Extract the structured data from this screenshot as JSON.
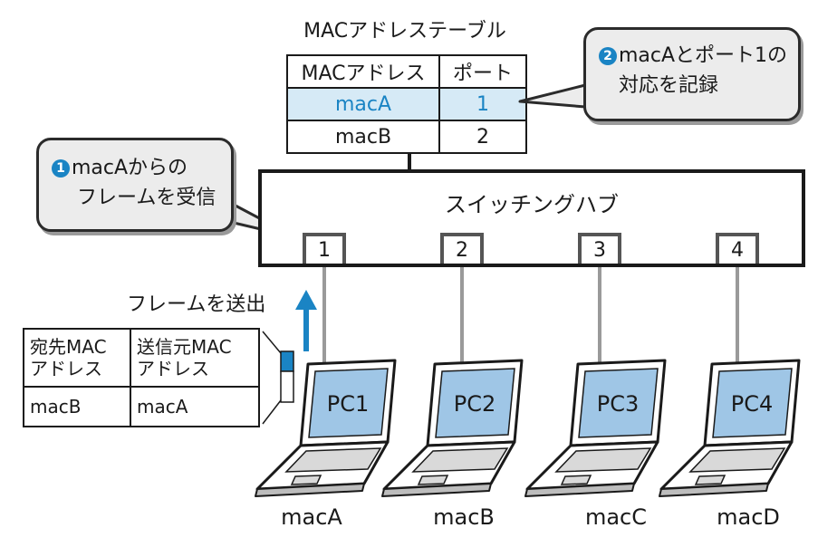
{
  "mac_table": {
    "title": "MACアドレステーブル",
    "header": [
      "MACアドレス",
      "ポート"
    ],
    "rows": [
      [
        "macA",
        "1"
      ],
      [
        "macB",
        "2"
      ]
    ],
    "highlight_color": "#1a84c4"
  },
  "callouts": {
    "receive": {
      "number": "1",
      "line1": "macAからの",
      "line2": "フレームを受信"
    },
    "record": {
      "number": "2",
      "line1": "macAとポート1の",
      "line2": "対応を記録"
    }
  },
  "switch": {
    "label": "スイッチングハブ",
    "ports": [
      "1",
      "2",
      "3",
      "4"
    ]
  },
  "frame": {
    "action_label": "フレームを送出",
    "header": [
      "宛先MAC",
      "アドレス",
      "送信元MAC",
      "アドレス"
    ],
    "values": [
      "macB",
      "macA"
    ]
  },
  "hosts": [
    {
      "pc": "PC1",
      "mac": "macA"
    },
    {
      "pc": "PC2",
      "mac": "macB"
    },
    {
      "pc": "PC3",
      "mac": "macC"
    },
    {
      "pc": "PC4",
      "mac": "macD"
    }
  ],
  "colors": {
    "accent": "#1a84c4",
    "screen": "#9fc6e6",
    "callout_bg": "#ececec"
  }
}
